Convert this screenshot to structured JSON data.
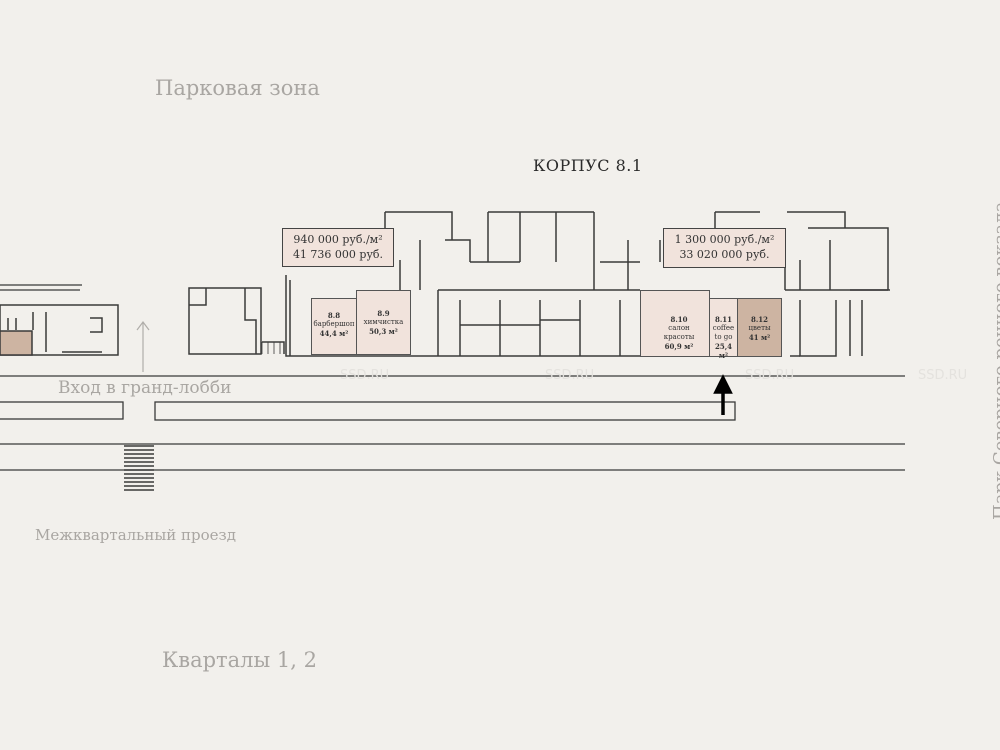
{
  "labels": {
    "park_zone": "Парковая зона",
    "building": "КОРПУС 8.1",
    "entry": "Вход в гранд-лобби",
    "passage": "Межквартальный проезд",
    "quarters": "Кварталы 1, 2",
    "river_park": "Парк Северного речного вокзала"
  },
  "watermark": "SSD.RU",
  "price_boxes": [
    {
      "per_sqm": "940 000 руб./м²",
      "total": "41 736 000 руб."
    },
    {
      "per_sqm": "1 300 000 руб./м²",
      "total": "33 020 000 руб."
    }
  ],
  "units": [
    {
      "number": "8.8",
      "name": "барбершоп",
      "area": "44,4 м²"
    },
    {
      "number": "8.9",
      "name": "химчистка",
      "area": "50,3 м²"
    },
    {
      "number": "8.10",
      "name": "салон красоты",
      "area": "60,9 м²"
    },
    {
      "number": "8.11",
      "name": "coffee to go",
      "area": "25,4 м²"
    },
    {
      "number": "8.12",
      "name": "цветы",
      "area": "41 м²"
    }
  ],
  "colors": {
    "background": "#f2f0ec",
    "unit_light": "#f1e3dc",
    "unit_selected": "#cdb4a2"
  }
}
